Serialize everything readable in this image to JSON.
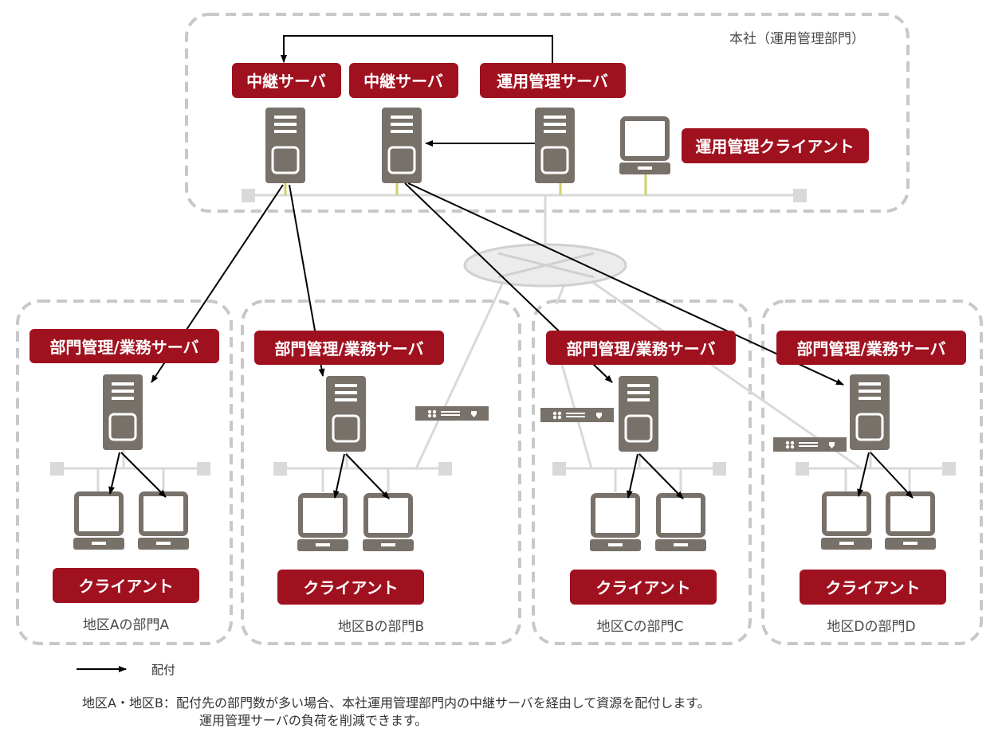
{
  "hq": {
    "title": "本社（運用管理部門）",
    "relay1_label": "中継サーバ",
    "relay2_label": "中継サーバ",
    "mgmt_server_label": "運用管理サーバ",
    "mgmt_client_label": "運用管理クライアント"
  },
  "departments": [
    {
      "server_label": "部門管理/業務サーバ",
      "client_label": "クライアント",
      "caption": "地区Aの部門A"
    },
    {
      "server_label": "部門管理/業務サーバ",
      "client_label": "クライアント",
      "caption": "地区Bの部門B"
    },
    {
      "server_label": "部門管理/業務サーバ",
      "client_label": "クライアント",
      "caption": "地区Cの部門C"
    },
    {
      "server_label": "部門管理/業務サーバ",
      "client_label": "クライアント",
      "caption": "地区Dの部門D"
    }
  ],
  "legend": {
    "arrow_label": "配付"
  },
  "notes": {
    "prefix": "地区A・地区B：",
    "line1": "配付先の部門数が多い場合、本社運用管理部門内の中継サーバを経由して資源を配付します。",
    "line2": "運用管理サーバの負荷を削減できます。"
  },
  "colors": {
    "badge": "#a0111f",
    "device": "#78716a",
    "network": "#d9d9d9",
    "frame": "#c8c8c8"
  }
}
